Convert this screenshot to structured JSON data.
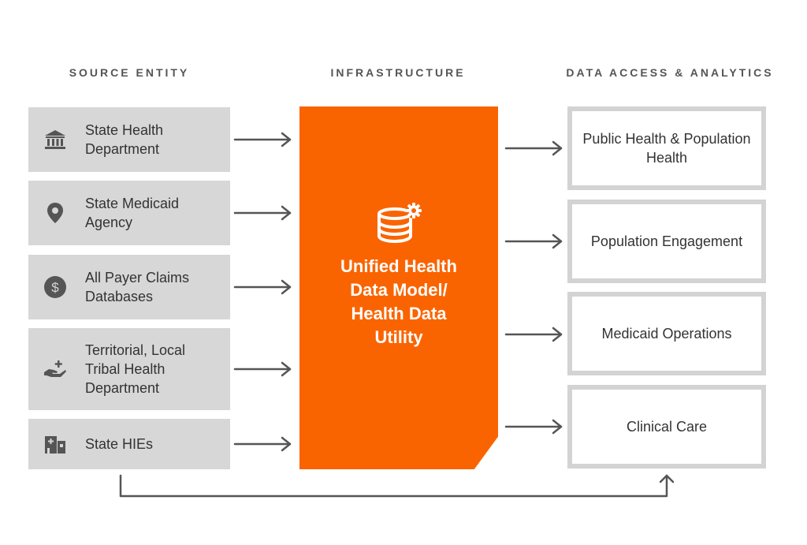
{
  "headers": {
    "source": "SOURCE ENTITY",
    "infrastructure": "INFRASTRUCTURE",
    "access": "DATA ACCESS & ANALYTICS"
  },
  "sources": [
    {
      "label": "State Health Department",
      "icon": "bank-icon"
    },
    {
      "label": "State Medicaid Agency",
      "icon": "map-pin-icon"
    },
    {
      "label": "All Payer Claims Databases",
      "icon": "dollar-icon"
    },
    {
      "label": "Territorial, Local Tribal Health Department",
      "icon": "hand-plus-icon"
    },
    {
      "label": "State HIEs",
      "icon": "hospital-icon"
    }
  ],
  "infrastructure": {
    "title": "Unified Health\nData Model/\nHealth Data\nUtility",
    "icon": "database-gear-icon"
  },
  "outputs": [
    {
      "label": "Public Health & Population Health"
    },
    {
      "label": "Population Engagement"
    },
    {
      "label": "Medicaid Operations"
    },
    {
      "label": "Clinical Care"
    }
  ],
  "colors": {
    "accent": "#fa6400",
    "source_box": "#d7d7d7",
    "output_border": "#d3d3d3",
    "arrow": "#555555",
    "text": "#333333"
  }
}
